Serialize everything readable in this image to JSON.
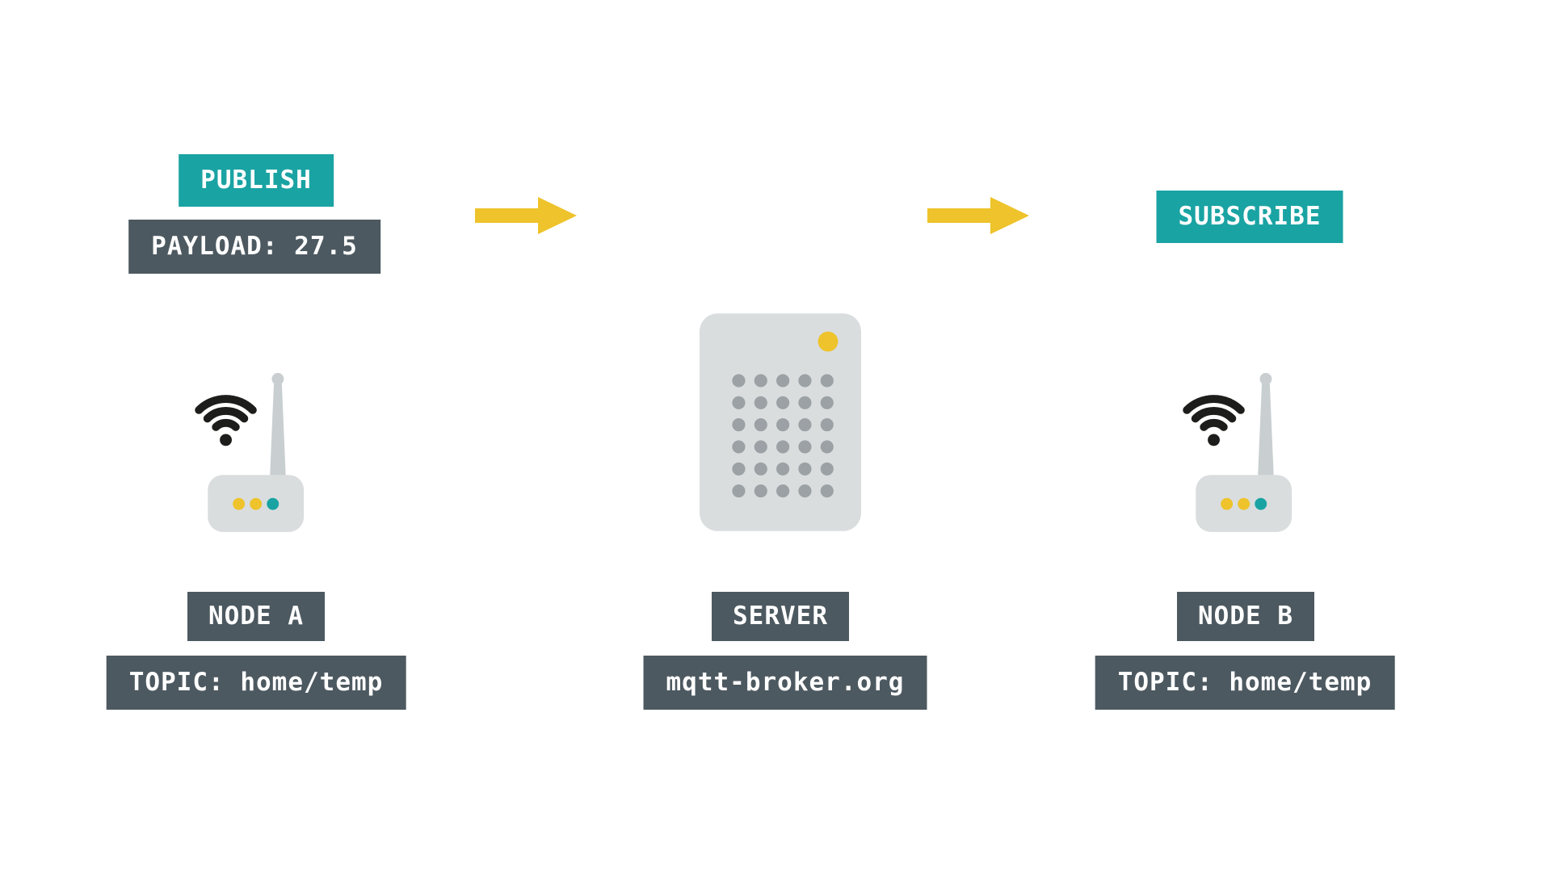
{
  "publisher": {
    "action": "PUBLISH",
    "payload": "PAYLOAD: 27.5",
    "node": "NODE A",
    "topic": "TOPIC: home/temp"
  },
  "broker": {
    "node": "SERVER",
    "address": "mqtt-broker.org"
  },
  "subscriber": {
    "action": "SUBSCRIBE",
    "node": "NODE B",
    "topic": "TOPIC: home/temp"
  },
  "icons": {
    "publisher_device": "wifi-router-icon",
    "broker_device": "server-icon",
    "subscriber_device": "wifi-router-icon",
    "flow_left": "arrow-right-icon",
    "flow_right": "arrow-right-icon"
  },
  "colors": {
    "teal": "#1AA3A3",
    "dark_slate": "#4D5960",
    "yellow": "#EEC32B",
    "device_gray": "#D9DDDE",
    "antenna_gray": "#C9CFD1",
    "dot_gray": "#9BA1A4",
    "ink": "#1D1D1B",
    "background": "#FFFFFF"
  }
}
